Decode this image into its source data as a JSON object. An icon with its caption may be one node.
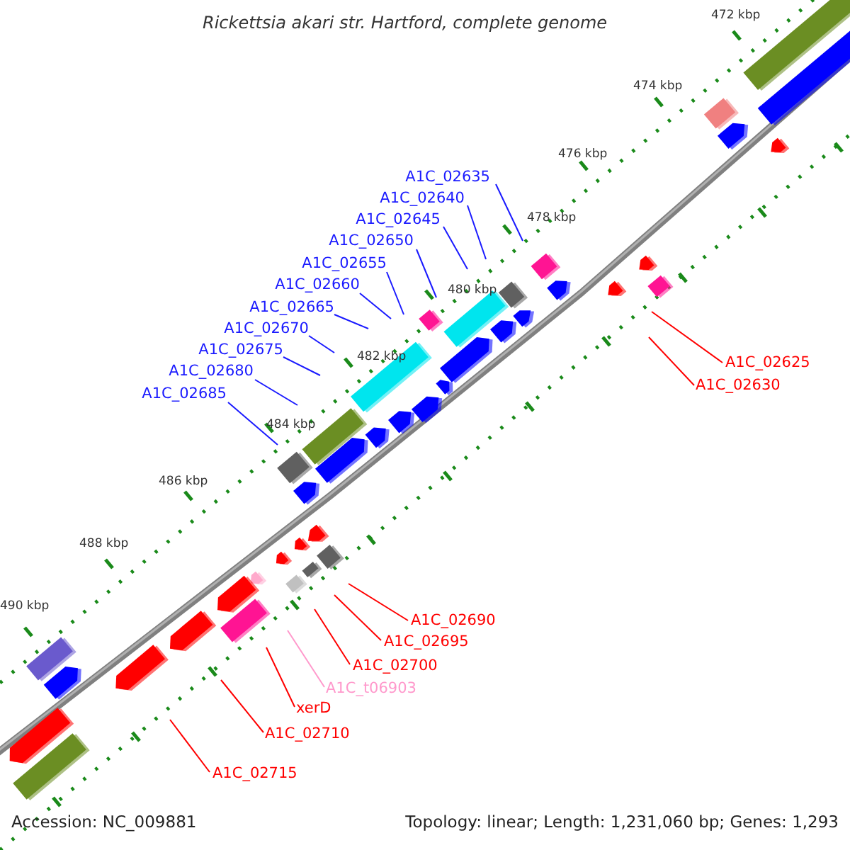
{
  "diagram": {
    "title": "Rickettsia akari str. Hartford, complete genome",
    "nodes": [
      {
        "text": [
          "A1C_02635"
        ]
      },
      {
        "text": [
          "A1C_02640"
        ]
      },
      {
        "text": [
          "A1C_02645"
        ]
      },
      {
        "text": [
          "A1C_02650"
        ]
      },
      {
        "text": [
          "A1C_02655"
        ]
      },
      {
        "text": [
          "A1C_02660"
        ]
      },
      {
        "text": [
          "A1C_02665"
        ]
      },
      {
        "text": [
          "A1C_02670"
        ]
      },
      {
        "text": [
          "A1C_02675"
        ]
      },
      {
        "text": [
          "A1C_02625"
        ]
      },
      {
        "text": [
          "A1C_02680"
        ]
      },
      {
        "text": [
          "A1C_02630"
        ]
      },
      {
        "text": [
          "A1C_02685"
        ]
      },
      {
        "text": [
          "A1C_02690"
        ]
      },
      {
        "text": [
          "A1C_02695"
        ]
      },
      {
        "text": [
          "A1C_02700"
        ]
      },
      {
        "text": [
          "A1C_t06903"
        ]
      },
      {
        "text": [
          "xerD"
        ]
      },
      {
        "text": [
          "A1C_02710"
        ]
      },
      {
        "text": [
          "A1C_02715"
        ]
      }
    ],
    "edges": [
      {
        "from": 0,
        "to": null,
        "arrow": "none"
      },
      {
        "from": 1,
        "to": null,
        "arrow": "none"
      },
      {
        "from": 2,
        "to": null,
        "arrow": "none"
      },
      {
        "from": 3,
        "to": null,
        "arrow": "none"
      },
      {
        "from": 4,
        "to": null,
        "arrow": "none"
      },
      {
        "from": 5,
        "to": null,
        "arrow": "none"
      },
      {
        "from": 6,
        "to": null,
        "arrow": "none"
      },
      {
        "from": 7,
        "to": null,
        "arrow": "none"
      },
      {
        "from": 8,
        "to": null,
        "arrow": "none"
      },
      {
        "from": 9,
        "to": null,
        "arrow": "none",
        "color": "#ff0000"
      },
      {
        "from": 10,
        "to": null,
        "arrow": "none"
      },
      {
        "from": 11,
        "to": null,
        "arrow": "none",
        "color": "#ff0000"
      },
      {
        "from": 12,
        "to": null,
        "arrow": "none"
      },
      {
        "from": 13,
        "to": null,
        "arrow": "none",
        "color": "#ff0000"
      },
      {
        "from": 14,
        "to": null,
        "arrow": "none",
        "color": "#ff0000"
      },
      {
        "from": 15,
        "to": null,
        "arrow": "none",
        "color": "#ff0000"
      },
      {
        "from": 16,
        "to": null,
        "arrow": "none",
        "color": "#ff99cc"
      },
      {
        "from": 17,
        "to": null,
        "arrow": "none",
        "color": "#ff0000"
      },
      {
        "from": 18,
        "to": null,
        "arrow": "none",
        "color": "#ff0000"
      },
      {
        "from": 19,
        "to": null,
        "arrow": "none",
        "color": "#ff0000"
      }
    ],
    "labels": [
      "472 kbp",
      "474 kbp",
      "476 kbp",
      "478 kbp",
      "480 kbp",
      "482 kbp",
      "484 kbp",
      "486 kbp",
      "488 kbp",
      "490 kbp",
      "Accession: NC_009881",
      "Topology: linear; Length: 1,231,060 bp; Genes: 1,293"
    ]
  }
}
